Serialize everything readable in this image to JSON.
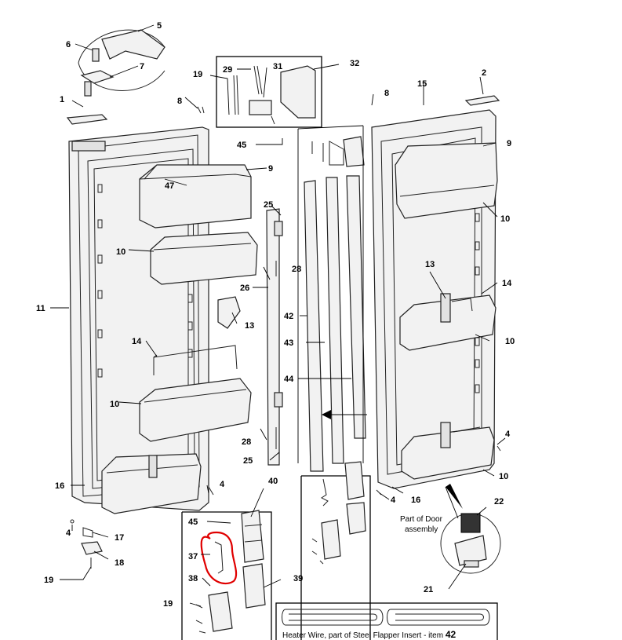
{
  "callouts": {
    "c1": "1",
    "c2": "2",
    "c4a": "4",
    "c4b": "4",
    "c4c": "4",
    "c4d": "4",
    "c5": "5",
    "c6": "6",
    "c7": "7",
    "c8a": "8",
    "c8b": "8",
    "c9a": "9",
    "c9b": "9",
    "c10a": "10",
    "c10b": "10",
    "c10c": "10",
    "c10d": "10",
    "c10e": "10",
    "c11": "11",
    "c13a": "13",
    "c13b": "13",
    "c14a": "14",
    "c14b": "14",
    "c15": "15",
    "c16a": "16",
    "c16b": "16",
    "c17": "17",
    "c18": "18",
    "c19a": "19",
    "c19b": "19",
    "c19c": "19",
    "c21": "21",
    "c22": "22",
    "c25a": "25",
    "c25b": "25",
    "c26": "26",
    "c28a": "28",
    "c28b": "28",
    "c29": "29",
    "c31": "31",
    "c32": "32",
    "c37": "37",
    "c38": "38",
    "c39": "39",
    "c40": "40",
    "c42": "42",
    "c43": "43",
    "c44": "44",
    "c45a": "45",
    "c45b": "45",
    "c47": "47"
  },
  "notes": {
    "part_of_door_line1": "Part of Door",
    "part_of_door_line2": "assembly",
    "heater_wire_prefix": "Heater Wire, part of Steel Flapper Insert - item ",
    "heater_wire_item": "42"
  },
  "colors": {
    "highlight": "#e00000",
    "line": "#000000",
    "part_fill": "#f2f2f2"
  }
}
